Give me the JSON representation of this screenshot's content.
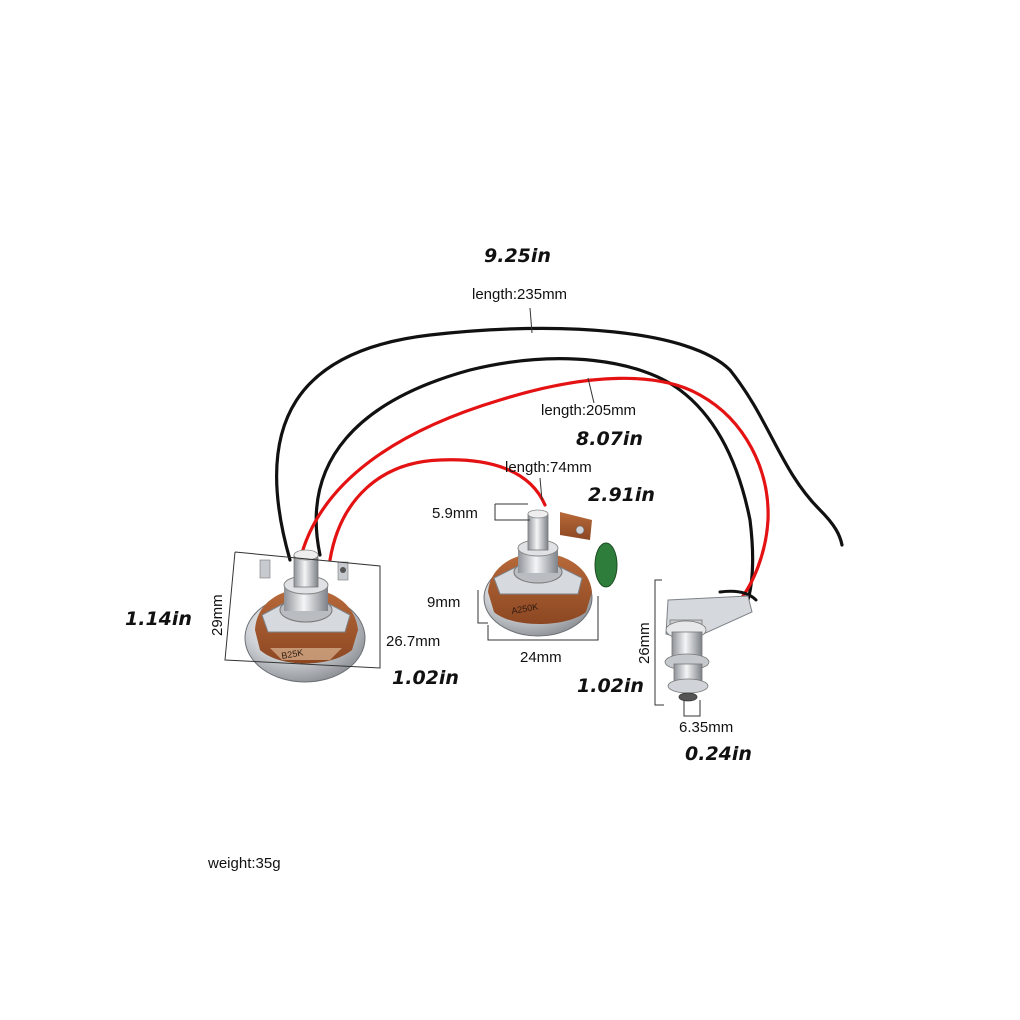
{
  "dimensions": {
    "harness_black_length_in": "9.25in",
    "harness_black_length_mm": "length:235mm",
    "harness_red_length_mm": "length:205mm",
    "harness_red_length_in": "8.07in",
    "short_red_length_mm": "length:74mm",
    "short_red_length_in": "2.91in",
    "shaft_diameter": "5.9mm",
    "pot_left_height_mm": "29mm",
    "pot_left_height_in": "1.14in",
    "pot_left_width_mm": "26.7mm",
    "pot_left_width_in": "1.02in",
    "pot_mid_height_mm": "9mm",
    "pot_mid_width_mm": "24mm",
    "jack_height_mm": "26mm",
    "jack_height_in": "1.02in",
    "jack_diameter_mm": "6.35mm",
    "jack_diameter_in": "0.24in"
  },
  "components": {
    "pot_left_marking": "B25K",
    "pot_mid_marking": "A250K"
  },
  "weight": "weight:35g",
  "colors": {
    "wire_black": "#111111",
    "wire_red": "#e41212",
    "pot_body": "#a85a2e",
    "metal": "#c9ccd0",
    "capacitor": "#2f7d3a"
  }
}
